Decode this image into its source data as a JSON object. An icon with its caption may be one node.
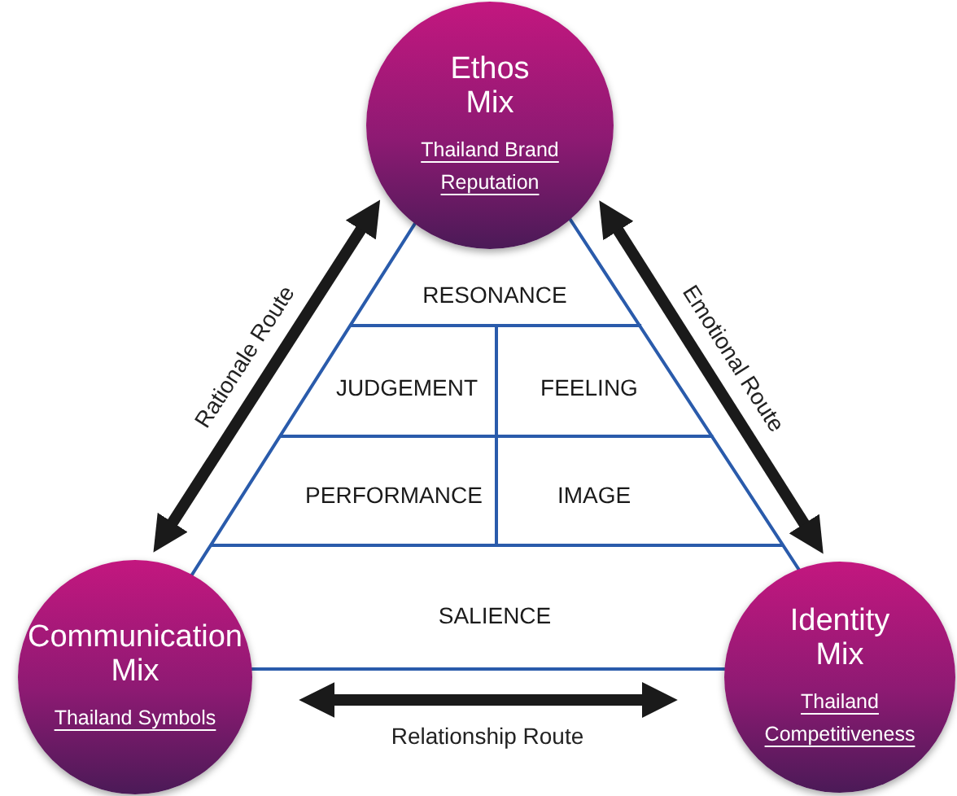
{
  "diagram": {
    "nodes": [
      {
        "text": [
          "Ethos Mix",
          "Thailand Brand Reputation"
        ]
      },
      {
        "text": [
          "Communication Mix",
          "Thailand Symbols"
        ]
      },
      {
        "text": [
          "Identity Mix",
          "Thailand Competitiveness"
        ]
      },
      {
        "text": [
          "RESONANCE"
        ]
      },
      {
        "text": [
          "JUDGEMENT"
        ]
      },
      {
        "text": [
          "FEELING"
        ]
      },
      {
        "text": [
          "PERFORMANCE"
        ]
      },
      {
        "text": [
          "IMAGE"
        ]
      },
      {
        "text": [
          "SALIENCE"
        ]
      }
    ],
    "edges": [
      {
        "from": 0,
        "to": 1,
        "arrow": "both",
        "label": "Rationale Route"
      },
      {
        "from": 0,
        "to": 2,
        "arrow": "both",
        "label": "Emotional Route"
      },
      {
        "from": 1,
        "to": 2,
        "arrow": "both",
        "label": "Relationship Route"
      }
    ]
  }
}
